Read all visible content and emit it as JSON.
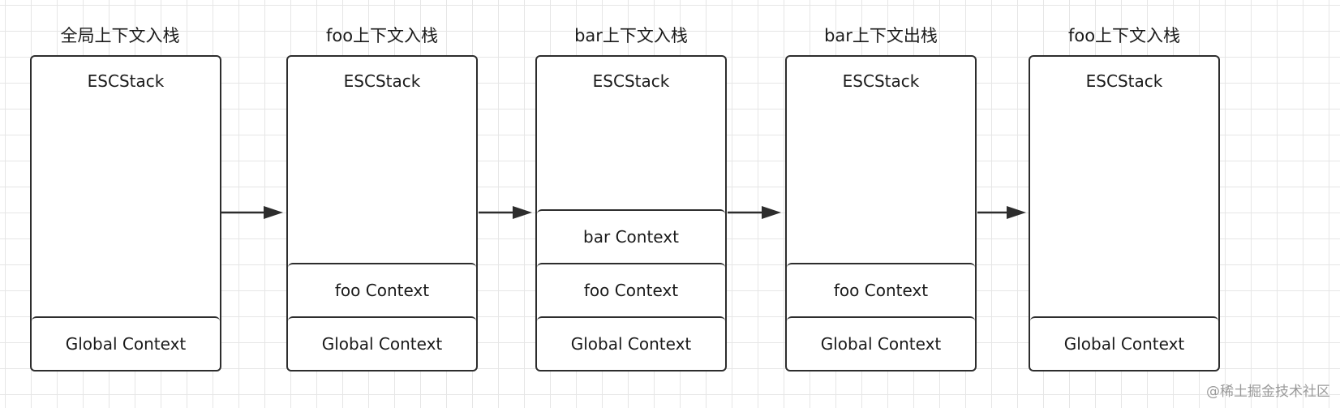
{
  "stages": [
    {
      "title": "全局上下文入栈",
      "stack_label": "ESCStack",
      "frames": [
        "Global Context"
      ]
    },
    {
      "title": "foo上下文入栈",
      "stack_label": "ESCStack",
      "frames": [
        "Global Context",
        "foo Context"
      ]
    },
    {
      "title": "bar上下文入栈",
      "stack_label": "ESCStack",
      "frames": [
        "Global Context",
        "foo Context",
        "bar Context"
      ]
    },
    {
      "title": "bar上下文出栈",
      "stack_label": "ESCStack",
      "frames": [
        "Global Context",
        "foo Context"
      ]
    },
    {
      "title": "foo上下文入栈",
      "stack_label": "ESCStack",
      "frames": [
        "Global Context"
      ]
    }
  ],
  "watermark": "@稀土掘金技术社区",
  "colors": {
    "stroke": "#2d2d2d",
    "grid": "#e6e6e6",
    "text": "#1a1a1a",
    "watermark": "#9a9a9a"
  }
}
